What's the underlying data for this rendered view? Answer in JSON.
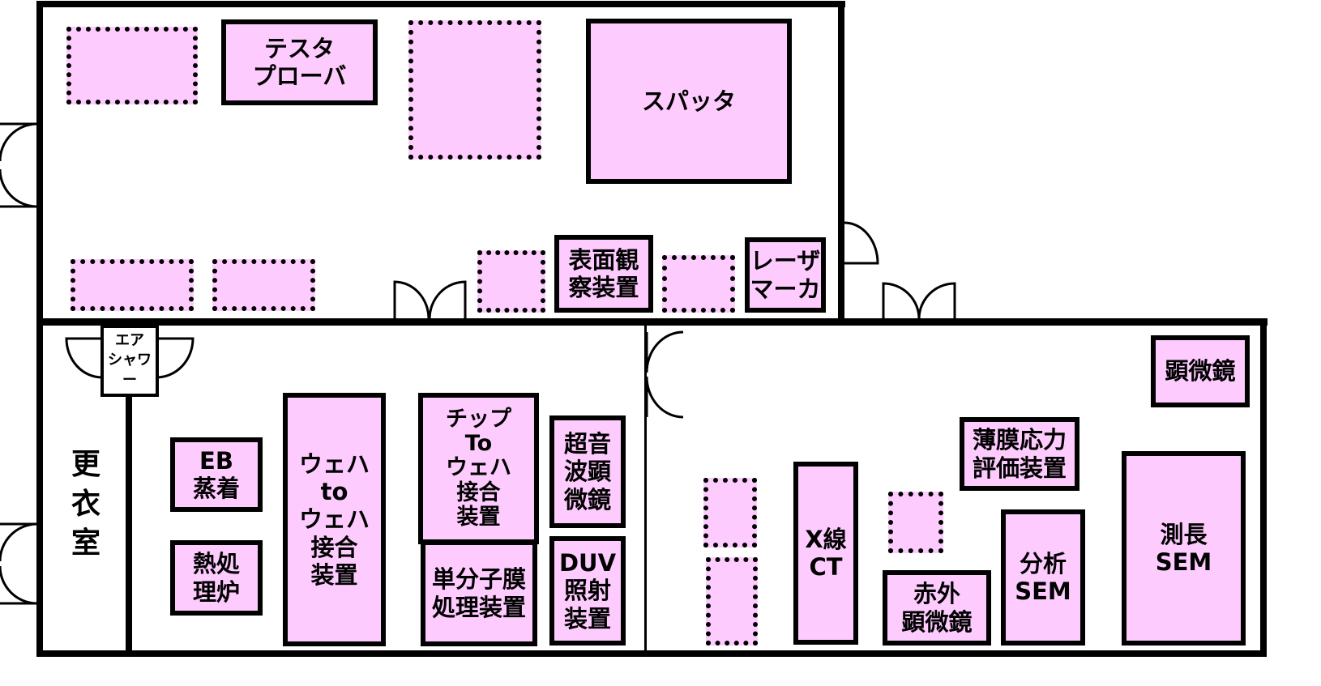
{
  "equipment": [
    {
      "id": "unlabeled-1",
      "label": ""
    },
    {
      "id": "tester-prober",
      "label": "テスタ\nプローバ"
    },
    {
      "id": "unlabeled-2",
      "label": ""
    },
    {
      "id": "sputter",
      "label": "スパッタ"
    },
    {
      "id": "unlabeled-3",
      "label": ""
    },
    {
      "id": "unlabeled-4",
      "label": ""
    },
    {
      "id": "unlabeled-5",
      "label": ""
    },
    {
      "id": "surface-observation",
      "label": "表面観\n察装置"
    },
    {
      "id": "unlabeled-6",
      "label": ""
    },
    {
      "id": "laser-marker",
      "label": "レーザ\nマーカ"
    },
    {
      "id": "eb-evaporation",
      "label": "EB\n蒸着"
    },
    {
      "id": "heat-furnace",
      "label": "熱処\n理炉"
    },
    {
      "id": "wafer-to-wafer",
      "label": "ウェハ\nto\nウェハ\n接合\n装置"
    },
    {
      "id": "chip-to-wafer",
      "label": "チップ\nTo\nウェハ\n接合\n装置"
    },
    {
      "id": "monolayer",
      "label": "単分子膜\n処理装置"
    },
    {
      "id": "ultrasonic-microscope",
      "label": "超音\n波顕\n微鏡"
    },
    {
      "id": "duv",
      "label": "DUV\n照射\n装置"
    },
    {
      "id": "unlabeled-7",
      "label": ""
    },
    {
      "id": "unlabeled-8",
      "label": ""
    },
    {
      "id": "xray-ct",
      "label": "X線\nCT"
    },
    {
      "id": "unlabeled-9",
      "label": ""
    },
    {
      "id": "ir-microscope",
      "label": "赤外\n顕微鏡"
    },
    {
      "id": "film-stress",
      "label": "薄膜応力\n評価装置"
    },
    {
      "id": "microscope",
      "label": "顕微鏡"
    },
    {
      "id": "analysis-sem",
      "label": "分析\nSEM"
    },
    {
      "id": "cd-sem",
      "label": "測長\nSEM"
    }
  ],
  "rooms": {
    "changing_room": "更\n衣\n室",
    "air_shower": "エア\nシャワー"
  },
  "colors": {
    "equipment_fill": "#fecbfe",
    "wall": "#000000",
    "background": "#ffffff"
  }
}
